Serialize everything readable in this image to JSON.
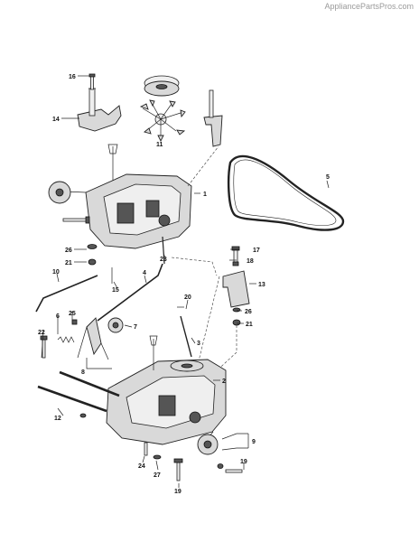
{
  "watermark": "AppliancePartsPros.com",
  "callouts": [
    "1",
    "2",
    "3",
    "4",
    "5",
    "6",
    "7",
    "8",
    "9",
    "10",
    "11",
    "12",
    "13",
    "14",
    "15",
    "15",
    "16",
    "17",
    "18",
    "19",
    "19",
    "20",
    "21",
    "21",
    "22",
    "23",
    "24",
    "25",
    "26",
    "26",
    "27"
  ],
  "colors": {
    "ink": "#111111",
    "part_fill": "#d9d9d9",
    "background": "#ffffff"
  }
}
